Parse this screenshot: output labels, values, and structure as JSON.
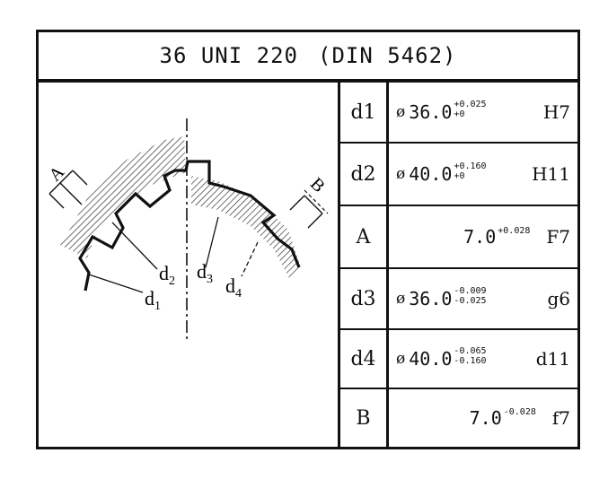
{
  "title": {
    "left": "36 UNI 220",
    "right": "(DIN 5462)"
  },
  "drawing": {
    "labels": {
      "A": "A",
      "B": "B",
      "d1": "d",
      "d1_sub": "1",
      "d2": "d",
      "d2_sub": "2",
      "d3": "d",
      "d3_sub": "3",
      "d4": "d",
      "d4_sub": "4"
    }
  },
  "rows": [
    {
      "symbol": "d1",
      "diameter": "ø",
      "nominal": "36.0",
      "tol_upper": "+0.025",
      "tol_lower": "+0",
      "fit": "H7"
    },
    {
      "symbol": "d2",
      "diameter": "ø",
      "nominal": "40.0",
      "tol_upper": "+0.160",
      "tol_lower": "+0",
      "fit": "H11"
    },
    {
      "symbol": "A",
      "diameter": "",
      "nominal": "7.0",
      "tol_upper": "+0.028",
      "tol_lower": "",
      "fit": "F7"
    },
    {
      "symbol": "d3",
      "diameter": "ø",
      "nominal": "36.0",
      "tol_upper": "-0.009",
      "tol_lower": "-0.025",
      "fit": "g6"
    },
    {
      "symbol": "d4",
      "diameter": "ø",
      "nominal": "40.0",
      "tol_upper": "-0.065",
      "tol_lower": "-0.160",
      "fit": "d11"
    },
    {
      "symbol": "B",
      "diameter": "",
      "nominal": "7.0",
      "tol_upper": "-0.028",
      "tol_lower": "",
      "fit": "f7"
    }
  ]
}
